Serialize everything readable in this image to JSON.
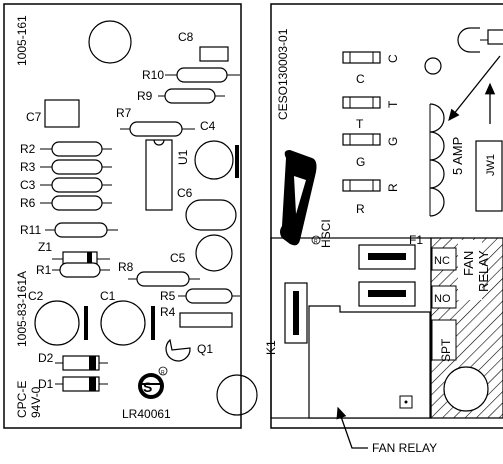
{
  "left_board": {
    "part_number_top": "1005-161",
    "part_number_side": "1005-83-161A",
    "material": [
      "CPC-E",
      "94V-0"
    ],
    "cert_code": "LR40061",
    "cert_logo": "csa-certification-mark",
    "components": {
      "c8": "C8",
      "r10": "R10",
      "r9": "R9",
      "c7": "C7",
      "r7": "R7",
      "u1": "U1",
      "c4": "C4",
      "r2": "R2",
      "r3": "R3",
      "c3": "C3",
      "r6": "R6",
      "c6": "C6",
      "r11": "R11",
      "z1": "Z1",
      "r1": "R1",
      "r8": "R8",
      "c5": "C5",
      "c2": "C2",
      "c1": "C1",
      "r5": "R5",
      "r4": "R4",
      "q1": "Q1",
      "d2": "D2",
      "d1": "D1"
    }
  },
  "right_board": {
    "part_number": "CESO130003-01",
    "terminals": {
      "c_side": "C",
      "c_under": "C",
      "t_side": "T",
      "t_under": "T",
      "g_side": "G",
      "g_under": "G",
      "r_side": "R",
      "r_under": "R"
    },
    "fuse_rating": "5 AMP",
    "fuse_label": "F1",
    "jumper_label": "JW1",
    "hsci_label": "HSCI",
    "ul_logo": "ul-listed-mark",
    "relay_ref": "K1",
    "relay_contacts": {
      "nc": "NC",
      "no": "NO",
      "spt": "SPT",
      "relay_name": [
        "FAN",
        "RELAY"
      ]
    }
  },
  "callout": {
    "label": "FAN RELAY"
  }
}
